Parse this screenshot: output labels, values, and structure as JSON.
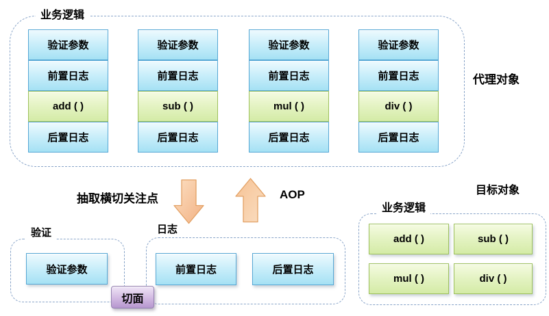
{
  "proxy_section": {
    "container_title": "业务逻辑",
    "side_label": "代理对象",
    "columns": [
      {
        "cells": [
          "验证参数",
          "前置日志",
          "add (  )",
          "后置日志"
        ]
      },
      {
        "cells": [
          "验证参数",
          "前置日志",
          "sub (  )",
          "后置日志"
        ]
      },
      {
        "cells": [
          "验证参数",
          "前置日志",
          "mul (  )",
          "后置日志"
        ]
      },
      {
        "cells": [
          "验证参数",
          "前置日志",
          "div (  )",
          "后置日志"
        ]
      }
    ]
  },
  "middle": {
    "extract_label": "抽取横切关注点",
    "aop_label": "AOP"
  },
  "validation_group": {
    "title": "验证",
    "boxes": [
      "验证参数"
    ]
  },
  "logging_group": {
    "title": "日志",
    "boxes": [
      "前置日志",
      "后置日志"
    ]
  },
  "aspect_label": "切面",
  "target_section": {
    "side_label": "目标对象",
    "container_title": "业务逻辑",
    "boxes": [
      "add (  )",
      "sub (  )",
      "mul (  )",
      "div (  )"
    ]
  },
  "colors": {
    "dashed_border": "#87a3c8",
    "blue_box_border": "#54a6d4",
    "blue_box_fill_top": "#eefafe",
    "blue_box_fill_bottom": "#a5e1f4",
    "green_box_border": "#9cc05a",
    "green_box_fill_top": "#f5fbe2",
    "green_box_fill_bottom": "#d4eba6",
    "purple_box_border": "#9480b0",
    "purple_box_fill_top": "#efe5f6",
    "purple_box_fill_bottom": "#b697cf",
    "arrow_fill_light": "#fcdfc2",
    "arrow_fill_dark": "#f2b183",
    "arrow_stroke": "#e2a063"
  }
}
